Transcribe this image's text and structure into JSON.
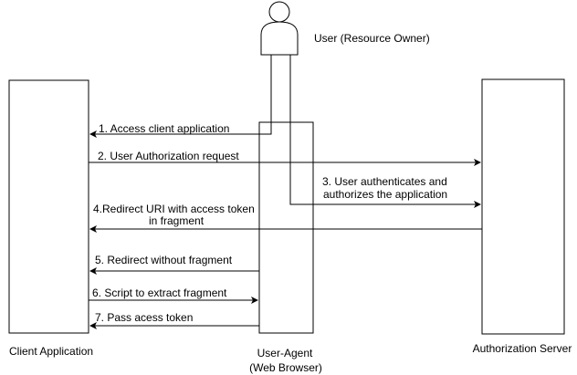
{
  "actors": {
    "user": "User (Resource Owner)",
    "client": "Client Application",
    "agent_line1": "User-Agent",
    "agent_line2": "(Web Browser)",
    "server": "Authorization Server"
  },
  "messages": {
    "m1": "1. Access client application",
    "m2": "2. User Authorization request",
    "m3_line1": "3. User authenticates and",
    "m3_line2": "authorizes the application",
    "m4_line1": "4.Redirect URI with access token",
    "m4_line2": "in fragment",
    "m5": "5. Redirect without fragment",
    "m6": "6. Script to extract fragment",
    "m7": "7. Pass acess token"
  }
}
